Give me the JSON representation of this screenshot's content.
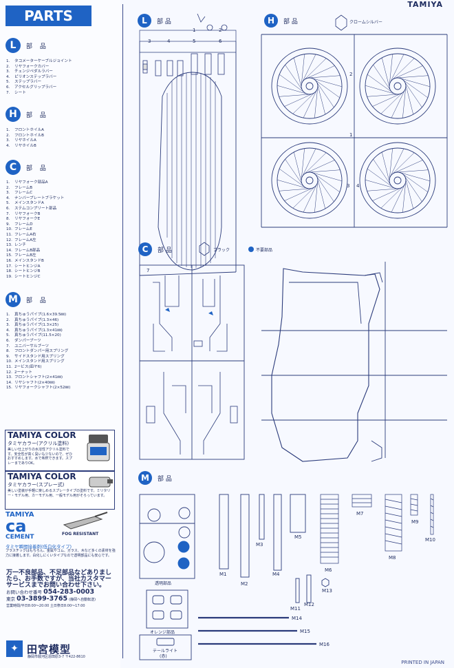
{
  "header": {
    "title": "PARTS",
    "brand_top": "TAMIYA"
  },
  "sections": {
    "L": {
      "letter": "L",
      "title": "部 品",
      "items": [
        {
          "n": "1.",
          "t": "タコメーターケーブルジョイント"
        },
        {
          "n": "2.",
          "t": "リヤフォークカバー"
        },
        {
          "n": "3.",
          "t": "チェンジペダルラバー"
        },
        {
          "n": "4.",
          "t": "ピリオンステップラバー"
        },
        {
          "n": "5.",
          "t": "ステップラバー"
        },
        {
          "n": "6.",
          "t": "アクセルグリップラバー"
        },
        {
          "n": "7.",
          "t": "シート"
        }
      ]
    },
    "H": {
      "letter": "H",
      "title": "部 品",
      "items": [
        {
          "n": "1.",
          "t": "フロントホイルA"
        },
        {
          "n": "2.",
          "t": "フロントホイルB"
        },
        {
          "n": "3.",
          "t": "リヤホイルA"
        },
        {
          "n": "4.",
          "t": "リヤホイルB"
        }
      ]
    },
    "C": {
      "letter": "C",
      "title": "部 品",
      "items": [
        {
          "n": "1.",
          "t": "リヤフォーク部品A"
        },
        {
          "n": "2.",
          "t": "フレームB"
        },
        {
          "n": "3.",
          "t": "フレームC"
        },
        {
          "n": "4.",
          "t": "ナンバープレートブラケット"
        },
        {
          "n": "5.",
          "t": "メインスタンドA"
        },
        {
          "n": "6.",
          "t": "ステムコンプリート部品"
        },
        {
          "n": "7.",
          "t": "リヤフォークB"
        },
        {
          "n": "8.",
          "t": "リヤフォークE"
        },
        {
          "n": "9.",
          "t": "フレームD"
        },
        {
          "n": "10.",
          "t": "フレームE"
        },
        {
          "n": "11.",
          "t": "フレームA右"
        },
        {
          "n": "12.",
          "t": "フレームA左"
        },
        {
          "n": "13.",
          "t": "レンチ"
        },
        {
          "n": "14.",
          "t": "フレームB部品"
        },
        {
          "n": "15.",
          "t": "フレームB左"
        },
        {
          "n": "16.",
          "t": "メインスタンドB"
        },
        {
          "n": "17.",
          "t": "シートヒンジA"
        },
        {
          "n": "18.",
          "t": "シートヒンジB"
        },
        {
          "n": "19.",
          "t": "シートヒンジC"
        }
      ]
    },
    "M": {
      "letter": "M",
      "title": "部 品",
      "items": [
        {
          "n": "1.",
          "t": "真ちゅうパイプ(1.6×39.5㎜)"
        },
        {
          "n": "2.",
          "t": "真ちゅうパイプ(1.3×46)"
        },
        {
          "n": "3.",
          "t": "真ちゅうパイプ(1.3×25)"
        },
        {
          "n": "4.",
          "t": "真ちゅうパイプ(1.3×41㎜)"
        },
        {
          "n": "5.",
          "t": "真ちゅうパイプ(11.5×20)"
        },
        {
          "n": "6.",
          "t": "ダンパーブーツ"
        },
        {
          "n": "7.",
          "t": "ユニバーサルブーツ"
        },
        {
          "n": "8.",
          "t": "フロントダンパー用スプリング"
        },
        {
          "n": "9.",
          "t": "サイドスタンド用スプリング"
        },
        {
          "n": "10.",
          "t": "メインスタンド用スプリング"
        },
        {
          "n": "11.",
          "t": "2ービス(皿ヤ6)"
        },
        {
          "n": "12.",
          "t": "2ーナット"
        },
        {
          "n": "13.",
          "t": "フロントシャフト(2×41㎜)"
        },
        {
          "n": "14.",
          "t": "リヤシャフト(2×40㎜)"
        },
        {
          "n": "15.",
          "t": "リヤフォークシャフト(2×52㎜)"
        }
      ]
    }
  },
  "paint": [
    {
      "title": "TAMIYA COLOR",
      "sub": "タミヤカラー(アクリル塗料)",
      "desc": "美しい仕上がりの水溶性アクリル塗料です。安全性が高く臭いも少ないので、ぜひおすすめします。水で希釈できます。スプレーまでありOK。"
    },
    {
      "title": "TAMIYA COLOR",
      "sub": "タミヤカラー(スプレー式)",
      "desc": "美しい塗装が手軽に楽しめるスプレータイプの塗料です。ミリタリー・モデル用、カーモデル用、一般モデル用がそろっています。"
    }
  ],
  "cement": {
    "top": "TAMIYA",
    "ca": "ca",
    "bottom": "CEMENT",
    "fog": "FOG RESISTANT",
    "sub": "タミヤ瞬間接着剤(低白化タイプ)",
    "desc": "プラスチックはもちろん、金属やゴム、ガラス、木など多くの素材を強力に接着します。白化しにくいタイプなので透明部品にも安心です。"
  },
  "contact": {
    "line1": "万一不良部品、不足部品などありましたら、お手数ですが、当社カスタマーサービスまでお問い合わせ下さい。",
    "label1": "お問い合わせ番号",
    "phone1": "054-283-0003",
    "label2": "東京",
    "phone2": "03-3899-3765",
    "note": "(静岡へ自動転送)",
    "hours": "営業時間/平日8:00〜20:00 土日祭日8:00〜17:00"
  },
  "logo": {
    "name": "田宮模型",
    "addr": "静岡市駿河区恩田原3-7 〒422-8610"
  },
  "diagrams": {
    "L": {
      "letter": "L",
      "title": "部 品",
      "nums": [
        "1",
        "2",
        "3",
        "4",
        "5",
        "6",
        "7"
      ]
    },
    "H": {
      "letter": "H",
      "title": "部 品",
      "color_note": "クロームシルバー",
      "nums": [
        "1",
        "2",
        "3",
        "4"
      ]
    },
    "C": {
      "letter": "C",
      "title": "部 品",
      "color_note": "ブラック",
      "unused": "不要部品"
    },
    "M": {
      "letter": "M",
      "title": "部 品",
      "labels": [
        "M1",
        "M2",
        "M3",
        "M4",
        "M5",
        "M6",
        "M7",
        "M8",
        "M9",
        "M10",
        "M11",
        "M12",
        "M13",
        "M14",
        "M15",
        "M16"
      ],
      "clear": "透明部品",
      "orange": "オレンジ部品",
      "taillight": "テールライト",
      "taillight_sub": "(赤)"
    }
  },
  "footer": {
    "printed": "PRINTED IN JAPAN"
  }
}
